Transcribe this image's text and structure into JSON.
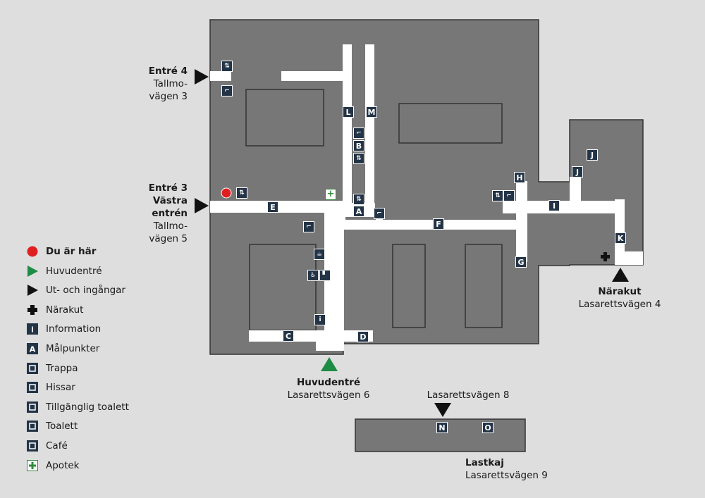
{
  "entrances": {
    "entre4": {
      "title": "Entré 4",
      "line1": "Tallmo-",
      "line2": "vägen 3"
    },
    "entre3": {
      "title1": "Entré 3",
      "title2": "Västra",
      "title3": "entrén",
      "line1": "Tallmo-",
      "line2": "vägen 5"
    },
    "huvudentre": {
      "title": "Huvudentré",
      "address": "Lasarettsvägen 6"
    },
    "narakut": {
      "title": "Närakut",
      "address": "Lasarettsvägen 4"
    },
    "lasarett8": {
      "address": "Lasarettsvägen 8"
    },
    "lastkaj": {
      "title": "Lastkaj",
      "address": "Lasarettsvägen 9"
    }
  },
  "points": [
    "A",
    "B",
    "C",
    "D",
    "E",
    "F",
    "G",
    "H",
    "I",
    "J",
    "J",
    "K",
    "L",
    "M",
    "N",
    "O"
  ],
  "legend": [
    {
      "icon": "red-dot-icon",
      "label": "Du är här",
      "bold": true
    },
    {
      "icon": "green-triangle-icon",
      "label": "Huvudentré"
    },
    {
      "icon": "black-triangle-icon",
      "label": "Ut- och ingångar"
    },
    {
      "icon": "cross-icon",
      "label": "Närakut"
    },
    {
      "icon": "information-icon",
      "label": "Information",
      "glyph": "i"
    },
    {
      "icon": "target-point-icon",
      "label": "Målpunkter",
      "glyph": "A"
    },
    {
      "icon": "stairs-icon",
      "label": "Trappa"
    },
    {
      "icon": "elevator-icon",
      "label": "Hissar"
    },
    {
      "icon": "accessible-toilet-icon",
      "label": "Tillgänglig toalett"
    },
    {
      "icon": "toilet-icon",
      "label": "Toalett"
    },
    {
      "icon": "cafe-icon",
      "label": "Café"
    },
    {
      "icon": "pharmacy-icon",
      "label": "Apotek"
    }
  ],
  "colors": {
    "building": "#777777",
    "corridor": "#ffffff",
    "background": "#dedede",
    "marker": "#243447",
    "here": "#e02020",
    "main_entrance": "#1e8c45"
  }
}
